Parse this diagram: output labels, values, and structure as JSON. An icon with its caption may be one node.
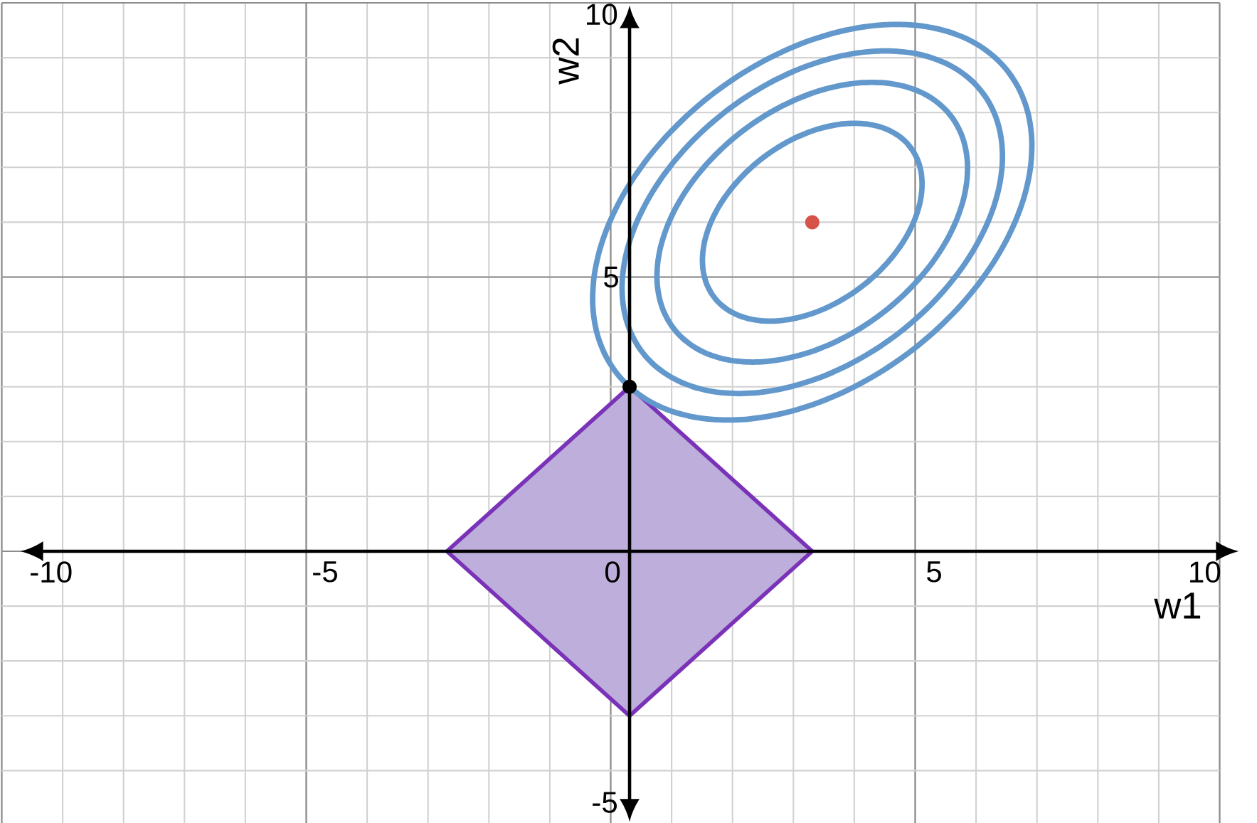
{
  "diagram": {
    "chart_data": {
      "type": "scatter",
      "xlabel": "w1",
      "ylabel": "w2",
      "xlim": [
        -10,
        10
      ],
      "ylim": [
        -5,
        10
      ],
      "xticks": [
        -10,
        -5,
        0,
        5,
        10
      ],
      "yticks": [
        -5,
        5,
        10
      ],
      "x": [
        0,
        3
      ],
      "series": [
        {
          "color": "#d6534a",
          "values": [
            null,
            6
          ]
        },
        {
          "color": "#000000",
          "values": [
            3,
            null
          ]
        }
      ]
    }
  }
}
